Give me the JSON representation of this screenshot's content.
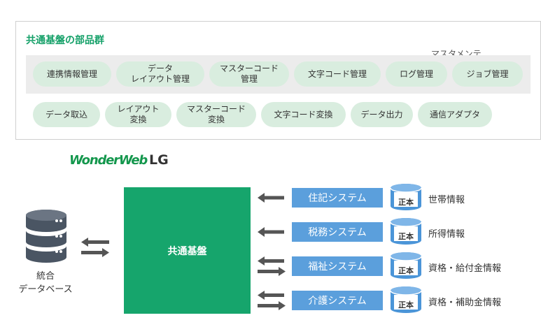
{
  "panel": {
    "title": "共通基盤の部品群",
    "master_label": "マスタメンテ",
    "row1": [
      {
        "label": "連携情報管理"
      },
      {
        "label": "データ\nレイアウト管理"
      },
      {
        "label": "マスターコード\n管理"
      },
      {
        "label": "文字コード管理"
      },
      {
        "label": "ログ管理"
      },
      {
        "label": "ジョブ管理"
      }
    ],
    "row2": [
      {
        "label": "データ取込"
      },
      {
        "label": "レイアウト\n変換"
      },
      {
        "label": "マスターコード\n変換"
      },
      {
        "label": "文字コード変換"
      },
      {
        "label": "データ出力"
      },
      {
        "label": "通信アダプタ"
      }
    ]
  },
  "logo": {
    "main": "WonderWeb",
    "suffix": "LG"
  },
  "core": {
    "label": "共通基盤"
  },
  "database": {
    "label_line1": "統合",
    "label_line2": "データベース"
  },
  "systems": [
    {
      "name": "住記システム",
      "db_label": "正本",
      "info": "世帯情報",
      "bidirectional": false
    },
    {
      "name": "税務システム",
      "db_label": "正本",
      "info": "所得情報",
      "bidirectional": false
    },
    {
      "name": "福祉システム",
      "db_label": "正本",
      "info": "資格・給付金情報",
      "bidirectional": true
    },
    {
      "name": "介護システム",
      "db_label": "正本",
      "info": "資格・補助金情報",
      "bidirectional": true
    }
  ],
  "colors": {
    "accent_green": "#16a56c",
    "pill_green": "#d9eddf",
    "system_blue": "#5b9fdc",
    "cylinder_blue": "#4b95d8",
    "db_gray": "#4a5563"
  }
}
